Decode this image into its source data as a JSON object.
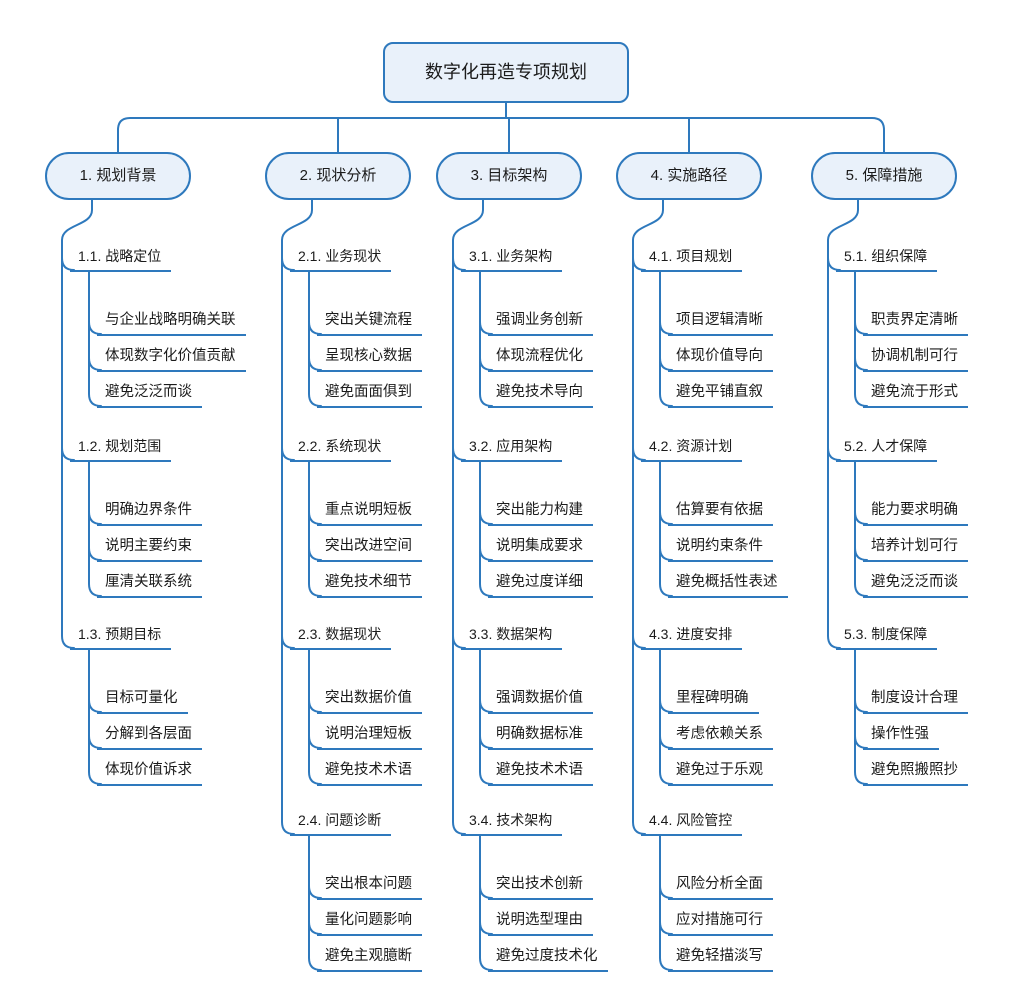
{
  "title": "数字化再造专项规划",
  "colors": {
    "line": "#2E79BD",
    "node_fill": "#E9F1FA",
    "node_border": "#2E79BD",
    "text": "#1B1B1B"
  },
  "root": {
    "title": "数字化再造专项规划"
  },
  "branches": [
    {
      "label": "1. 规划背景",
      "subs": [
        {
          "label": "1.1. 战略定位",
          "leaves": [
            "与企业战略明确关联",
            "体现数字化价值贡献",
            "避免泛泛而谈"
          ]
        },
        {
          "label": "1.2. 规划范围",
          "leaves": [
            "明确边界条件",
            "说明主要约束",
            "厘清关联系统"
          ]
        },
        {
          "label": "1.3. 预期目标",
          "leaves": [
            "目标可量化",
            "分解到各层面",
            "体现价值诉求"
          ]
        }
      ]
    },
    {
      "label": "2. 现状分析",
      "subs": [
        {
          "label": "2.1. 业务现状",
          "leaves": [
            "突出关键流程",
            "呈现核心数据",
            "避免面面俱到"
          ]
        },
        {
          "label": "2.2. 系统现状",
          "leaves": [
            "重点说明短板",
            "突出改进空间",
            "避免技术细节"
          ]
        },
        {
          "label": "2.3. 数据现状",
          "leaves": [
            "突出数据价值",
            "说明治理短板",
            "避免技术术语"
          ]
        },
        {
          "label": "2.4. 问题诊断",
          "leaves": [
            "突出根本问题",
            "量化问题影响",
            "避免主观臆断"
          ]
        }
      ]
    },
    {
      "label": "3. 目标架构",
      "subs": [
        {
          "label": "3.1. 业务架构",
          "leaves": [
            "强调业务创新",
            "体现流程优化",
            "避免技术导向"
          ]
        },
        {
          "label": "3.2. 应用架构",
          "leaves": [
            "突出能力构建",
            "说明集成要求",
            "避免过度详细"
          ]
        },
        {
          "label": "3.3. 数据架构",
          "leaves": [
            "强调数据价值",
            "明确数据标准",
            "避免技术术语"
          ]
        },
        {
          "label": "3.4. 技术架构",
          "leaves": [
            "突出技术创新",
            "说明选型理由",
            "避免过度技术化"
          ]
        }
      ]
    },
    {
      "label": "4. 实施路径",
      "subs": [
        {
          "label": "4.1. 项目规划",
          "leaves": [
            "项目逻辑清晰",
            "体现价值导向",
            "避免平铺直叙"
          ]
        },
        {
          "label": "4.2. 资源计划",
          "leaves": [
            "估算要有依据",
            "说明约束条件",
            "避免概括性表述"
          ]
        },
        {
          "label": "4.3. 进度安排",
          "leaves": [
            "里程碑明确",
            "考虑依赖关系",
            "避免过于乐观"
          ]
        },
        {
          "label": "4.4. 风险管控",
          "leaves": [
            "风险分析全面",
            "应对措施可行",
            "避免轻描淡写"
          ]
        }
      ]
    },
    {
      "label": "5. 保障措施",
      "subs": [
        {
          "label": "5.1. 组织保障",
          "leaves": [
            "职责界定清晰",
            "协调机制可行",
            "避免流于形式"
          ]
        },
        {
          "label": "5.2. 人才保障",
          "leaves": [
            "能力要求明确",
            "培养计划可行",
            "避免泛泛而谈"
          ]
        },
        {
          "label": "5.3. 制度保障",
          "leaves": [
            "制度设计合理",
            "操作性强",
            "避免照搬照抄"
          ]
        }
      ]
    }
  ]
}
